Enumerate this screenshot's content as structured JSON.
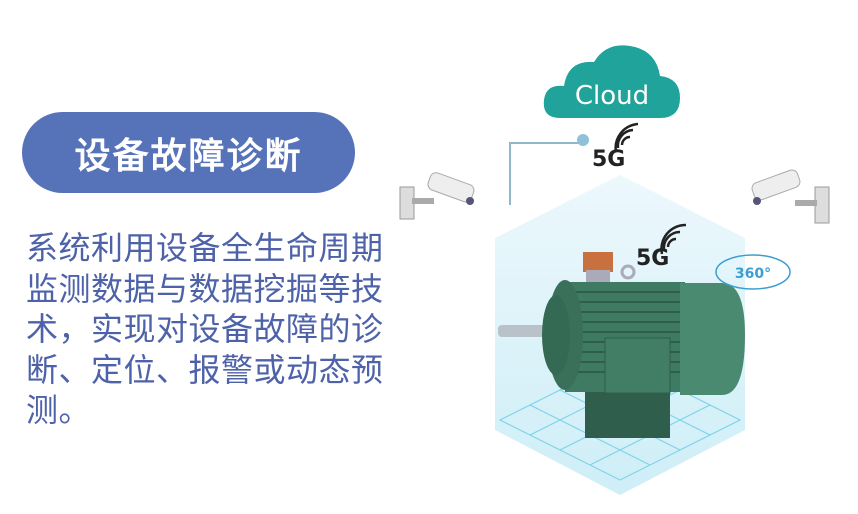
{
  "title": "设备故障诊断",
  "description": "系统利用设备全生命周期监测数据与数据挖掘等技术，实现对设备故障的诊断、定位、报警或动态预测。",
  "illustration": {
    "cloud_label": "Cloud",
    "network_label_top": "5G",
    "network_label_motor": "5G",
    "rotation_label": "360°"
  },
  "colors": {
    "title_pill": "#5673b9",
    "body_text": "#4d62a8",
    "cloud": "#1fa39b",
    "motor": "#3f7a62"
  }
}
